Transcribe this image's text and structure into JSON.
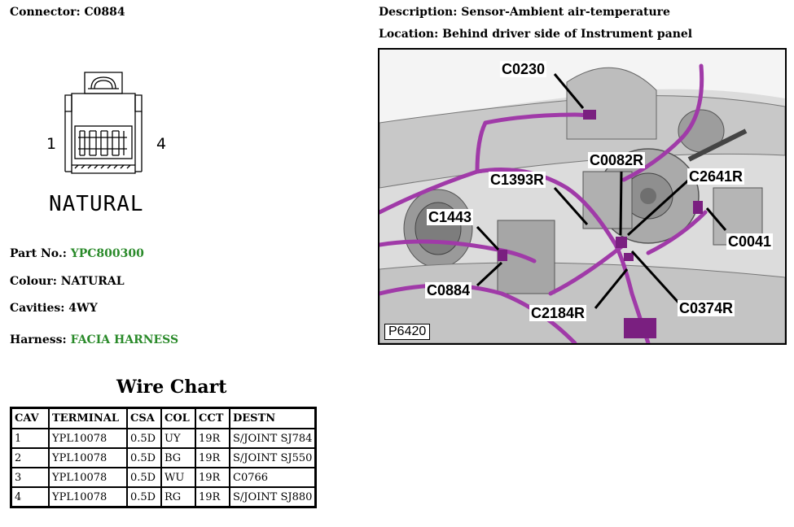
{
  "connector": {
    "label": "Connector:",
    "value": "C0884"
  },
  "description": {
    "label": "Description:",
    "value": "Sensor-Ambient air-temperature"
  },
  "location": {
    "label": "Location:",
    "value": "Behind driver side of Instrument panel"
  },
  "diagram": {
    "pin_left": "1",
    "pin_right": "4",
    "color_text": "NATURAL"
  },
  "part": {
    "label": "Part No.:",
    "value": "YPC800300"
  },
  "colour": {
    "label": "Colour:",
    "value": "NATURAL"
  },
  "cavities": {
    "label": "Cavities:",
    "value": "4WY"
  },
  "harness": {
    "label": "Harness:",
    "value": "FACIA HARNESS"
  },
  "wire_chart": {
    "title": "Wire Chart",
    "headers": [
      "CAV",
      "TERMINAL",
      "CSA",
      "COL",
      "CCT",
      "DESTN"
    ],
    "rows": [
      [
        "1",
        "YPL10078",
        "0.5D",
        "UY",
        "19R",
        "S/JOINT SJ784"
      ],
      [
        "2",
        "YPL10078",
        "0.5D",
        "BG",
        "19R",
        "S/JOINT SJ550"
      ],
      [
        "3",
        "YPL10078",
        "0.5D",
        "WU",
        "19R",
        "C0766"
      ],
      [
        "4",
        "YPL10078",
        "0.5D",
        "RG",
        "19R",
        "S/JOINT SJ880"
      ]
    ]
  },
  "photo": {
    "figure_id": "P6420",
    "callouts": [
      "C0230",
      "C0082R",
      "C1393R",
      "C2641R",
      "C1443",
      "C0041",
      "C0884",
      "C2184R",
      "C0374R"
    ]
  },
  "colors": {
    "link_green": "#2a8a2a",
    "harness_purple": "#a03aa8"
  }
}
